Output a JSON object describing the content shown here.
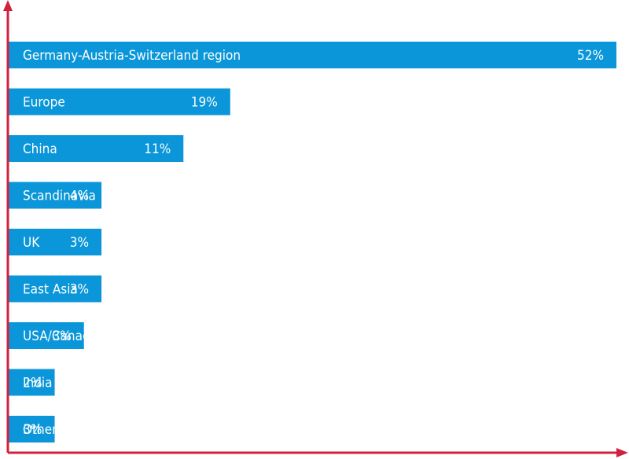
{
  "chart_data": {
    "type": "bar",
    "orientation": "horizontal",
    "categories": [
      "Germany-Austria-Switzerland region",
      "Europe",
      "China",
      "Scandinavia",
      "UK",
      "East Asia",
      "USA/Canada",
      "India",
      "Other"
    ],
    "values": [
      52,
      19,
      11,
      4,
      3,
      3,
      3,
      2,
      3
    ],
    "value_labels": [
      "52%",
      "19%",
      "11%",
      "4%",
      "3%",
      "3%",
      "3%",
      "2%",
      "3%"
    ],
    "bar_lengths": [
      52,
      19,
      15,
      8,
      8,
      8,
      6.5,
      4,
      4
    ],
    "xlim": [
      0,
      55
    ],
    "grid": false,
    "legend": "none",
    "colors": {
      "bar": "#0a96d8",
      "axis": "#d0223e",
      "label_text": "#ffffff"
    }
  }
}
